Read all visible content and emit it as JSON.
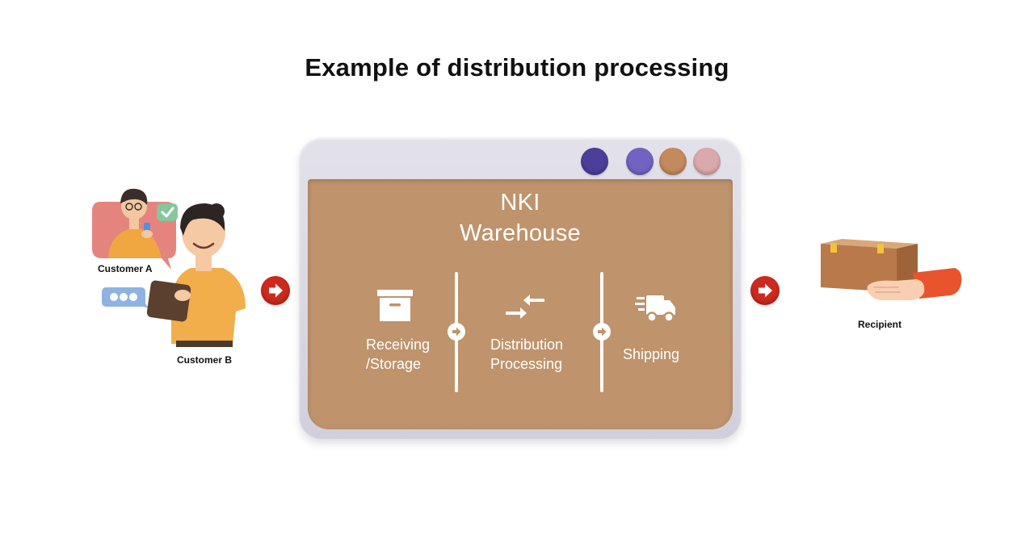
{
  "title": "Example of distribution processing",
  "customers": {
    "a_label": "Customer A",
    "b_label": "Customer B"
  },
  "warehouse": {
    "name_line1": "NKI",
    "name_line2": "Warehouse",
    "steps": [
      {
        "line1": "Receiving",
        "line2": "/Storage",
        "icon": "archive-box-icon"
      },
      {
        "line1": "Distribution",
        "line2": "Processing",
        "icon": "converging-arrows-icon"
      },
      {
        "line1": "Shipping",
        "line2": "",
        "icon": "delivery-truck-icon"
      }
    ],
    "window_dot_colors": [
      "#4b3f9a",
      "#7263c2",
      "#c38a5e",
      "#d9a9ab"
    ],
    "screen_color": "#bf936c"
  },
  "recipient": {
    "label": "Recipient"
  },
  "colors": {
    "accent_red": "#cc2a1e",
    "window_frame": "#dcdae5"
  }
}
